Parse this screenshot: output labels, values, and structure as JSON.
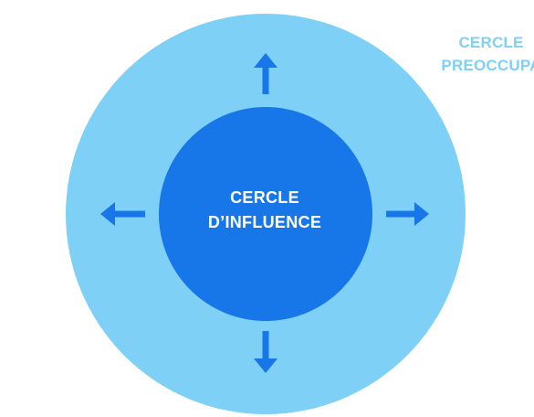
{
  "diagram": {
    "outer_circle": {
      "label_line1": "CERCLE",
      "label_line2": "PREOCCUPA",
      "color": "#7ed0f6"
    },
    "inner_circle": {
      "label_line1": "CERCLE",
      "label_line2": "D’INFLUENCE",
      "color": "#1877e8"
    },
    "arrows": {
      "color": "#1877e8",
      "directions": [
        "up",
        "right",
        "down",
        "left"
      ]
    }
  }
}
